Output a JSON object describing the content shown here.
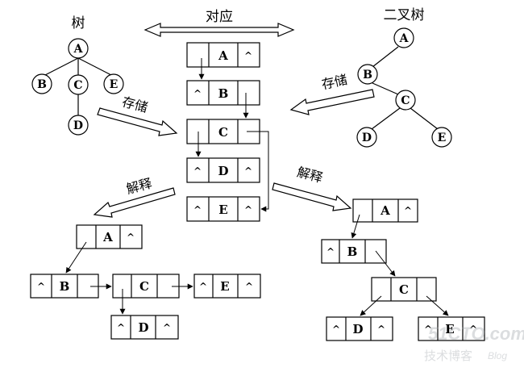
{
  "labels": {
    "tree_title": "树",
    "binary_tree_title": "二叉树",
    "correspond": "对应",
    "store": "存储",
    "interpret": "解释"
  },
  "tree_nodes": {
    "A": "A",
    "B": "B",
    "C": "C",
    "D": "D",
    "E": "E"
  },
  "binary_tree_nodes": {
    "A": "A",
    "B": "B",
    "C": "C",
    "D": "D",
    "E": "E"
  },
  "pointer_symbol": "^",
  "middle_list": [
    {
      "left": "",
      "data": "A",
      "right": "^"
    },
    {
      "left": "^",
      "data": "B",
      "right": ""
    },
    {
      "left": "",
      "data": "C",
      "right": ""
    },
    {
      "left": "^",
      "data": "D",
      "right": "^"
    },
    {
      "left": "^",
      "data": "E",
      "right": "^"
    }
  ],
  "tree_interpretation": [
    {
      "left": "",
      "data": "A",
      "right": "^"
    },
    {
      "left": "^",
      "data": "B",
      "right": ""
    },
    {
      "left": "",
      "data": "C",
      "right": ""
    },
    {
      "left": "^",
      "data": "E",
      "right": "^"
    },
    {
      "left": "^",
      "data": "D",
      "right": "^"
    }
  ],
  "binary_interpretation": [
    {
      "left": "",
      "data": "A",
      "right": "^"
    },
    {
      "left": "^",
      "data": "B",
      "right": ""
    },
    {
      "left": "",
      "data": "C",
      "right": ""
    },
    {
      "left": "^",
      "data": "D",
      "right": "^"
    },
    {
      "left": "^",
      "data": "E",
      "right": "^"
    }
  ],
  "watermark": {
    "line1": "51CTO.com",
    "line2": "技术博客",
    "line3": "Blog"
  }
}
